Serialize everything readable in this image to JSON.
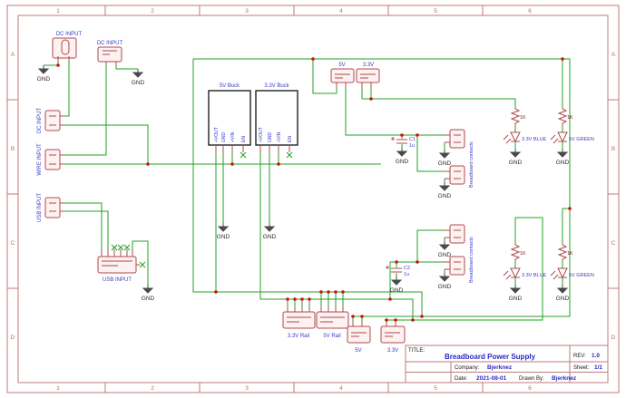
{
  "frame": {
    "columns": [
      "1",
      "2",
      "3",
      "4",
      "5",
      "6"
    ],
    "rows": [
      "A",
      "B",
      "C",
      "D"
    ]
  },
  "title_block": {
    "title_label": "TITLE:",
    "title": "Breadboard Power Supply",
    "rev_label": "REV:",
    "rev": "1.0",
    "company_label": "Company:",
    "company": "Bjerknez",
    "sheet_label": "Sheet:",
    "sheet": "1/1",
    "date_label": "Date:",
    "date": "2021-08-01",
    "drawn_by_label": "Drawn By:",
    "drawn_by": "Bjerknez"
  },
  "components": {
    "dc_jack_label": "DC INPUT",
    "dc_conn_top_label": "DC INPUT",
    "dc_conn_label": "DC INPUT",
    "wire_conn_label": "WIRE INPUT",
    "usb_conn_label": "USB INPUT",
    "usb_module_label": "USB INPUT",
    "buck5_label": "5V Buck",
    "buck33_label": "3.3V Buck",
    "pins": {
      "vout": "+VOUT",
      "gnd": "GND",
      "vin": "+VIN",
      "en": "EN"
    },
    "jumper_5v": "5V",
    "jumper_33v": "3.3V",
    "c1_ref": "C1",
    "c1_value": "1u",
    "c2_ref": "C2",
    "c2_value": "1u",
    "breadboard_contacts": "Breadboard contacts",
    "resistor_value": "1K",
    "led_blue": "3.3V BLUE",
    "led_green": "5V GREEN",
    "rail_33v": "3.3V Rail",
    "rail_5v": "5V Rail",
    "gnd": "GND"
  },
  "colors": {
    "wire": "#21a121",
    "component": "#b0494c",
    "label": "#3b3bc8",
    "frame": "#c07a7a",
    "junction": "#d01010"
  }
}
